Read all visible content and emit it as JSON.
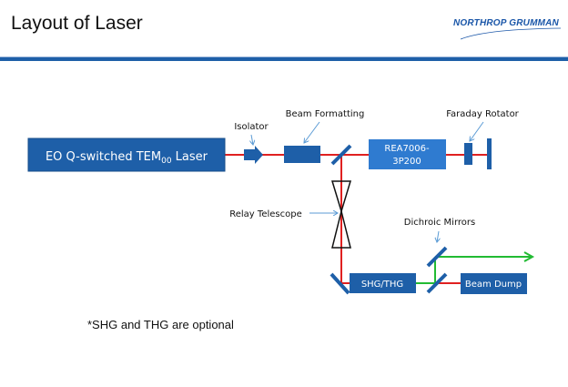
{
  "header": {
    "title": "Layout of Laser",
    "logo_text": "NORTHROP GRUMMAN"
  },
  "diagram": {
    "components": {
      "laser": {
        "label_main": "EO Q-switched TEM",
        "label_sub": "00",
        "label_end": " Laser"
      },
      "amplifier": {
        "line1": "REA7006-",
        "line2": "3P200"
      },
      "shg_thg": {
        "label": "SHG/THG"
      },
      "beam_dump": {
        "label": "Beam Dump"
      }
    },
    "callouts": {
      "isolator": "Isolator",
      "beam_formatting": "Beam Formatting",
      "faraday_rotator": "Faraday Rotator",
      "relay_telescope": "Relay Telescope",
      "dichroic_mirrors": "Dichroic Mirrors"
    },
    "colors": {
      "component_fill": "#1e5fa8",
      "amplifier_fill": "#2f7bd0",
      "ir_beam": "#e02020",
      "green_beam": "#22bb33",
      "callout_arrow": "#5b9bd5",
      "mirror": "#1e5fa8"
    }
  },
  "footnote": "*SHG and THG are optional"
}
